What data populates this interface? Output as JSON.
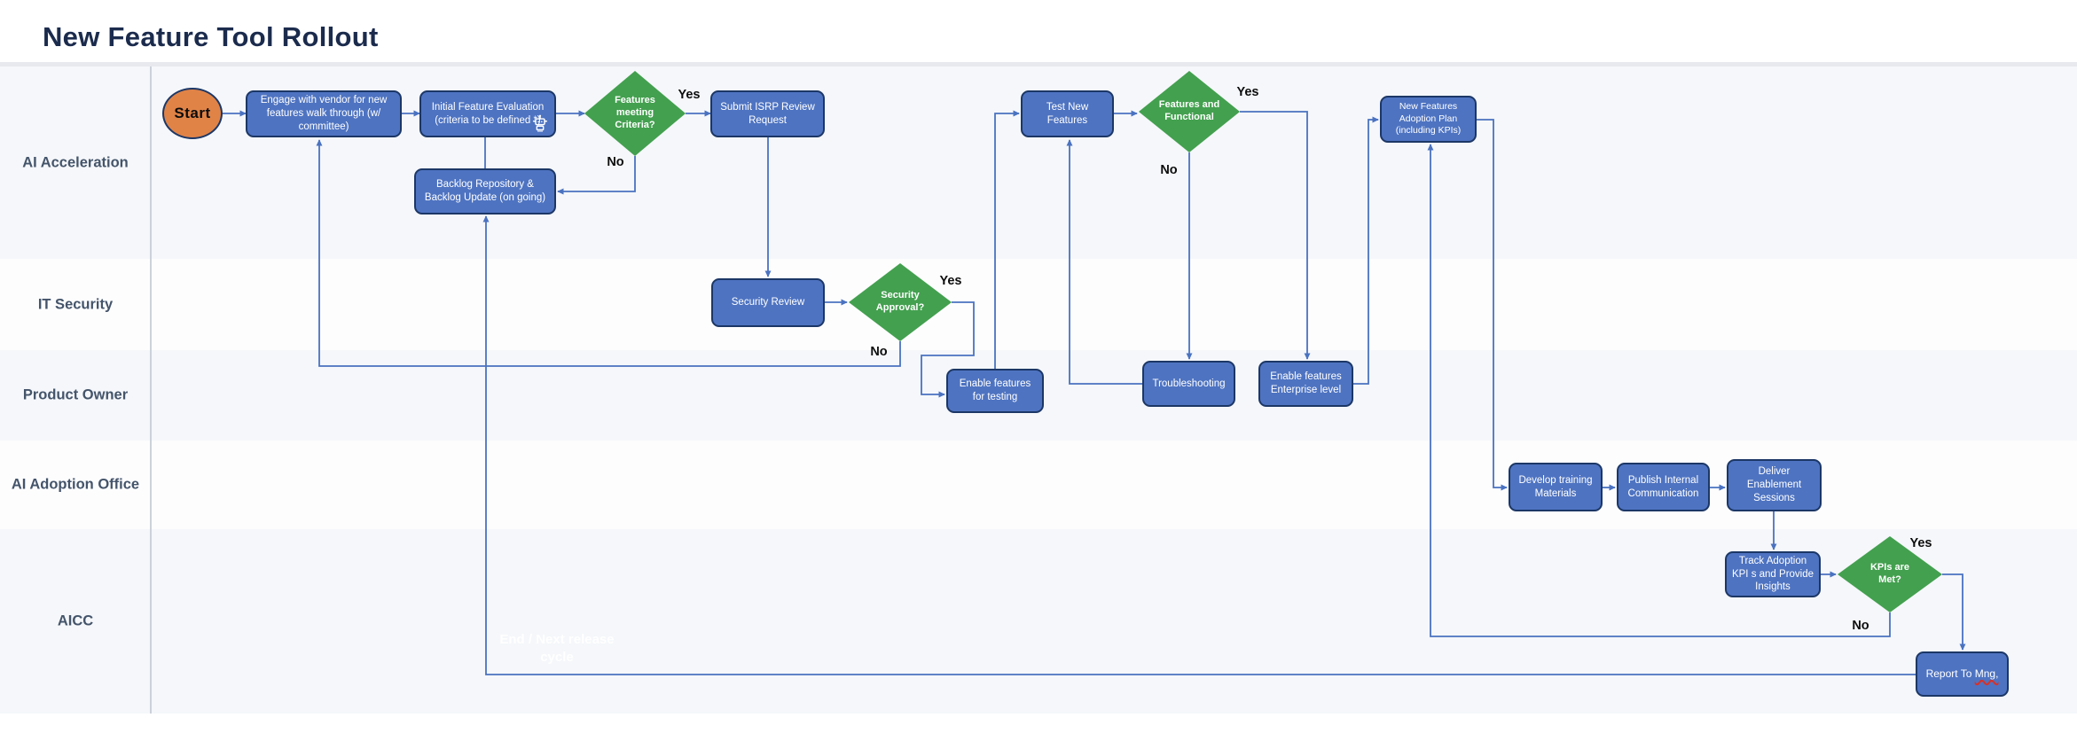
{
  "header": {
    "title": "New Feature Tool Rollout"
  },
  "lanes": [
    {
      "id": "ai-acceleration",
      "label": "AI Acceleration"
    },
    {
      "id": "it-security",
      "label": "IT Security"
    },
    {
      "id": "product-owner",
      "label": "Product Owner"
    },
    {
      "id": "ai-adoption-office",
      "label": "AI Adoption Office"
    },
    {
      "id": "aicc",
      "label": "AICC"
    }
  ],
  "nodes": [
    {
      "id": "start",
      "type": "ellipse",
      "label": "Start"
    },
    {
      "id": "engage-vendor",
      "type": "process",
      "label": "Engage with vendor for new features walk through  (w/ committee)"
    },
    {
      "id": "initial-evaluation",
      "type": "process",
      "label": "Initial Feature Evaluation (criteria to be defined *)",
      "icon": "robot"
    },
    {
      "id": "features-meeting-criteria",
      "type": "decision",
      "label": "Features meeting Criteria?"
    },
    {
      "id": "submit-isrp",
      "type": "process",
      "label": "Submit ISRP Review Request"
    },
    {
      "id": "backlog-repository",
      "type": "process",
      "label": "Backlog Repository & Backlog Update  (on going)"
    },
    {
      "id": "security-review",
      "type": "process",
      "label": "Security  Review"
    },
    {
      "id": "security-approval",
      "type": "decision",
      "label": "Security Approval?"
    },
    {
      "id": "enable-features-testing",
      "type": "process",
      "label": "Enable features for testing"
    },
    {
      "id": "test-new-features",
      "type": "process",
      "label": "Test New Features"
    },
    {
      "id": "features-and-functional",
      "type": "decision",
      "label": "Features and Functional"
    },
    {
      "id": "troubleshooting",
      "type": "process",
      "label": "Troubleshooting"
    },
    {
      "id": "enable-features-enterprise",
      "type": "process",
      "label": "Enable features Enterprise level"
    },
    {
      "id": "new-features-adoption-plan",
      "type": "process",
      "label": "New Features Adoption Plan (including  KPIs)"
    },
    {
      "id": "develop-training",
      "type": "process",
      "label": "Develop training Materials"
    },
    {
      "id": "publish-communication",
      "type": "process",
      "label": "Publish  Internal Communication"
    },
    {
      "id": "deliver-enablement",
      "type": "process",
      "label": "Deliver Enablement Sessions"
    },
    {
      "id": "track-adoption-kpis",
      "type": "process",
      "label": "Track Adoption KPI s and Provide Insights"
    },
    {
      "id": "kpis-are-met",
      "type": "decision",
      "label": "KPIs are Met?"
    },
    {
      "id": "report-to-mng",
      "type": "process",
      "label": "Report To Mng,",
      "label_prefix": "Report To ",
      "label_misspelled": "Mng,"
    }
  ],
  "edge_labels": [
    {
      "id": "criteria-yes",
      "text": "Yes"
    },
    {
      "id": "criteria-no",
      "text": "No"
    },
    {
      "id": "approval-yes",
      "text": "Yes"
    },
    {
      "id": "approval-no",
      "text": "No"
    },
    {
      "id": "functional-yes",
      "text": "Yes"
    },
    {
      "id": "functional-no",
      "text": "No"
    },
    {
      "id": "kpis-yes",
      "text": "Yes"
    },
    {
      "id": "kpis-no",
      "text": "No"
    }
  ],
  "annotations": [
    {
      "id": "end-next-release-cycle",
      "text": "End / Next release cycle"
    }
  ],
  "colors": {
    "process_fill": "#4e73c1",
    "process_border": "#1c3766",
    "decision_fill": "#43a04f",
    "start_fill": "#e08347",
    "connector": "#4a72c0",
    "title": "#1b2b4d",
    "lane_label": "#44546a",
    "lane_bg_odd": "#f5f7fa",
    "lane_bg_even": "#fdfdfe"
  }
}
